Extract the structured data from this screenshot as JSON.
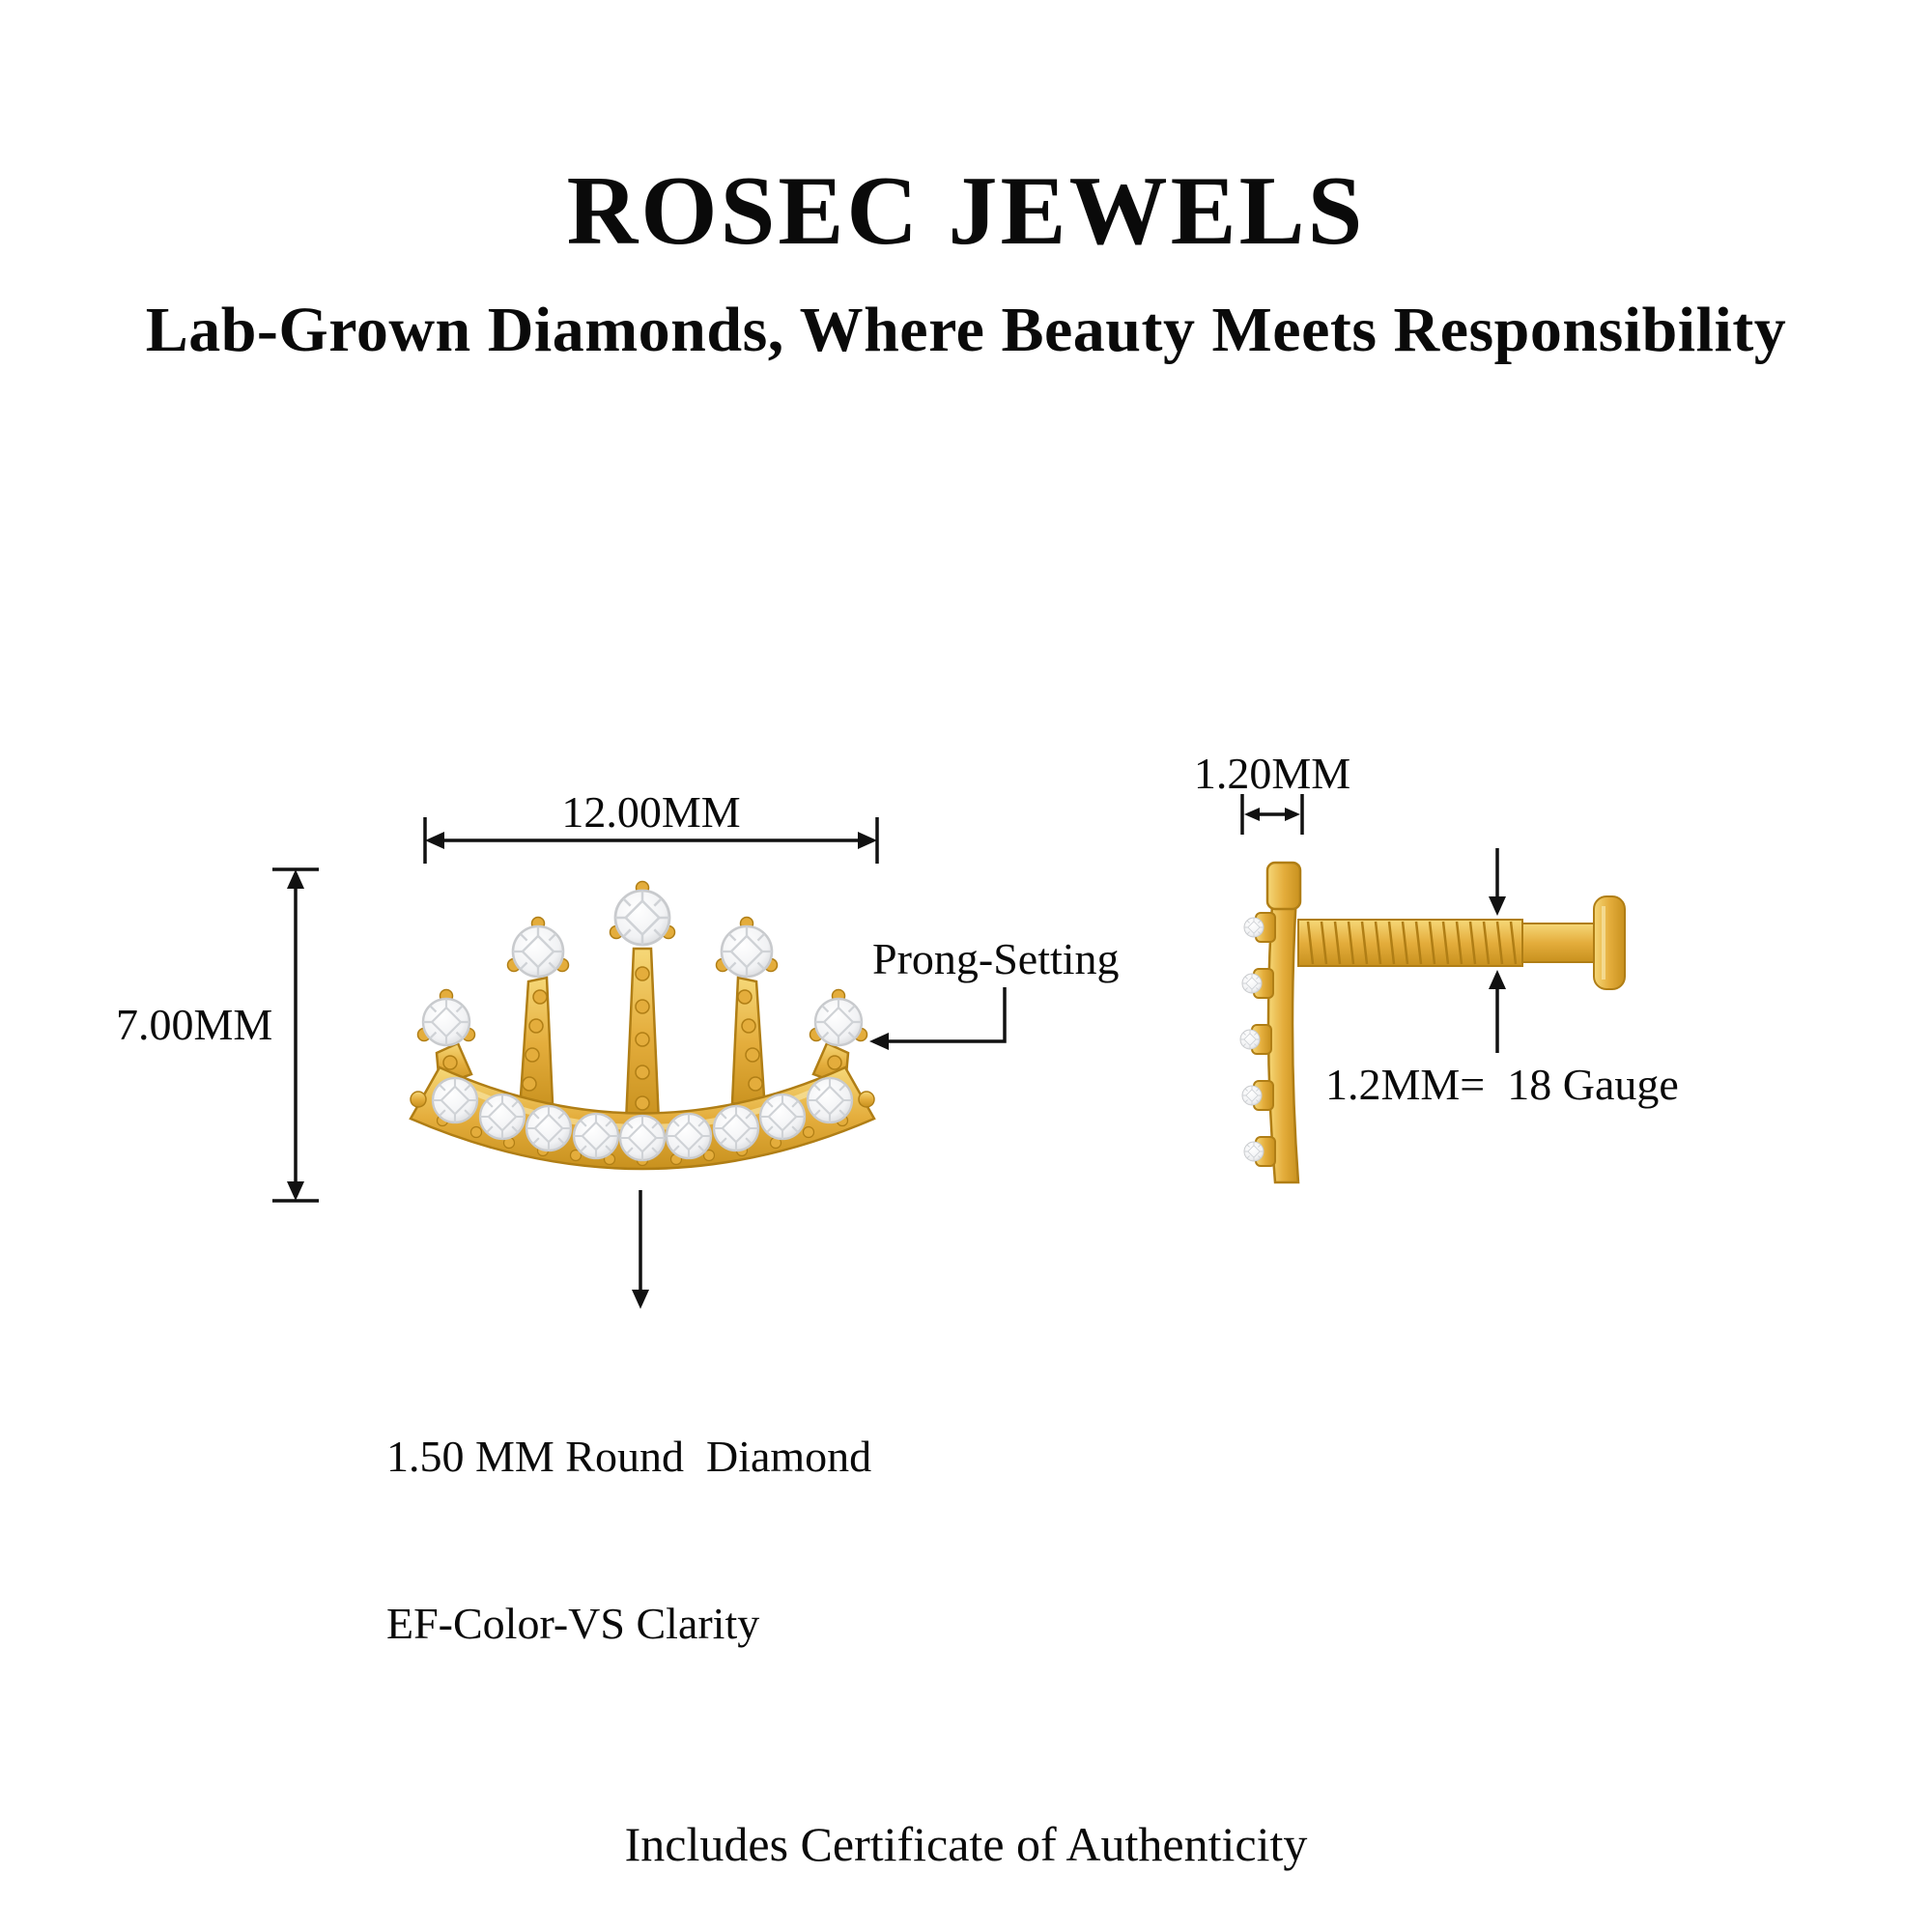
{
  "header": {
    "brand": "ROSEC JEWELS",
    "tagline": "Lab-Grown Diamonds, Where Beauty Meets Responsibility"
  },
  "front_view": {
    "width_label": "12.00MM",
    "height_label": "7.00MM",
    "prong_setting_label": "Prong-Setting",
    "diamond_spec_line1": "1.50 MM Round  Diamond",
    "diamond_spec_line2": "EF-Color-VS Clarity"
  },
  "side_view": {
    "post_diameter_label": "1.20MM",
    "gauge_label": "1.2MM=  18 Gauge"
  },
  "footer": {
    "certificate_note": "Includes Certificate of Authenticity"
  },
  "colors": {
    "background": "#FFFFFF",
    "text": "#0A0A0A",
    "gold": "#E4AD3C",
    "gold_dark": "#B07E15",
    "gold_deep": "#C8911E",
    "gold_light": "#F6D878",
    "gold_highlight": "#F9E6A8",
    "diamond_white": "#FFFFFF",
    "diamond_mid": "#F1F2F4",
    "diamond_edge": "#C8CACD",
    "facet_line": "#CFD2D6",
    "dimension_line": "#111111"
  }
}
